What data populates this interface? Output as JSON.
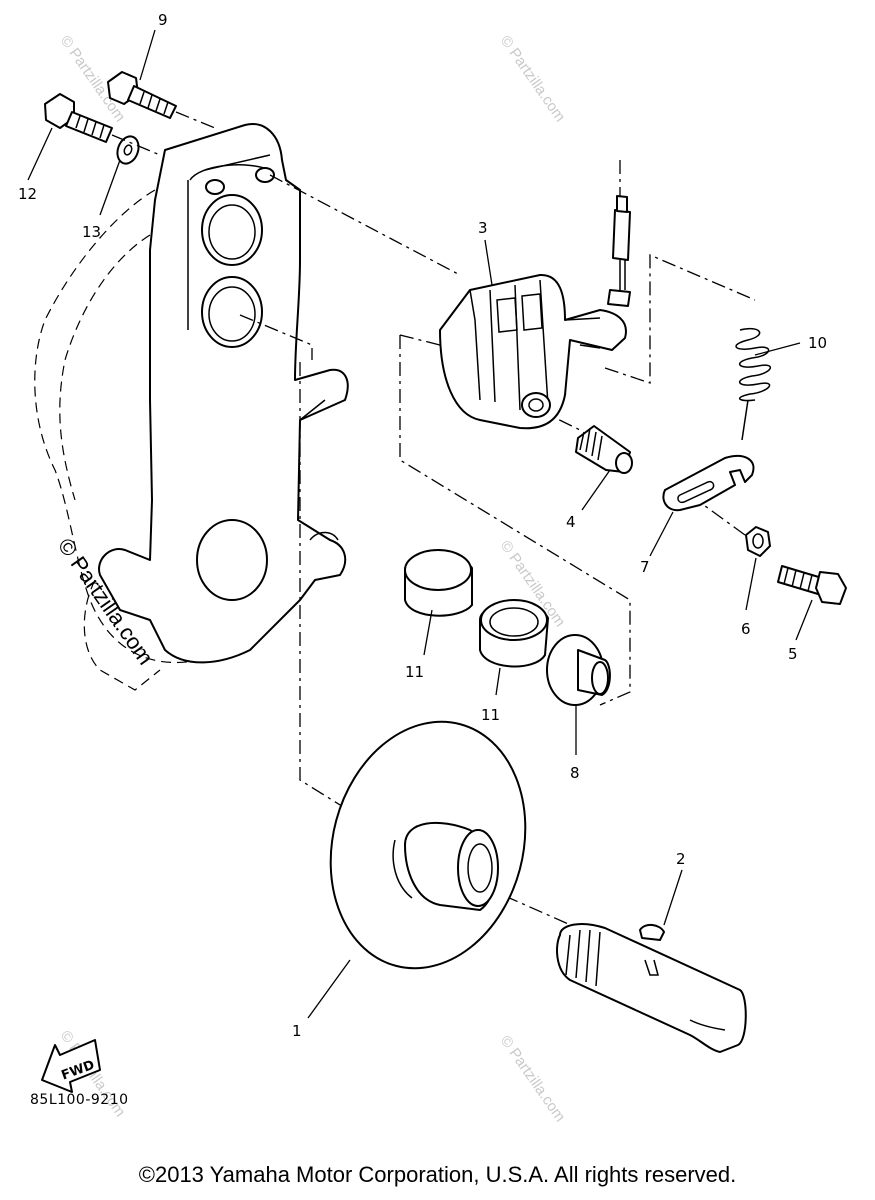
{
  "callouts": {
    "c1": "1",
    "c2": "2",
    "c3": "3",
    "c4": "4",
    "c5": "5",
    "c6": "6",
    "c7": "7",
    "c8": "8",
    "c9": "9",
    "c10": "10",
    "c11a": "11",
    "c11b": "11",
    "c12": "12",
    "c13": "13"
  },
  "fwd_label": "FWD",
  "diagram_code": "85L100-9210",
  "watermark": "© Partzilla.com",
  "copyright": "©2013  Yamaha Motor Corporation, U.S.A. All rights reserved."
}
